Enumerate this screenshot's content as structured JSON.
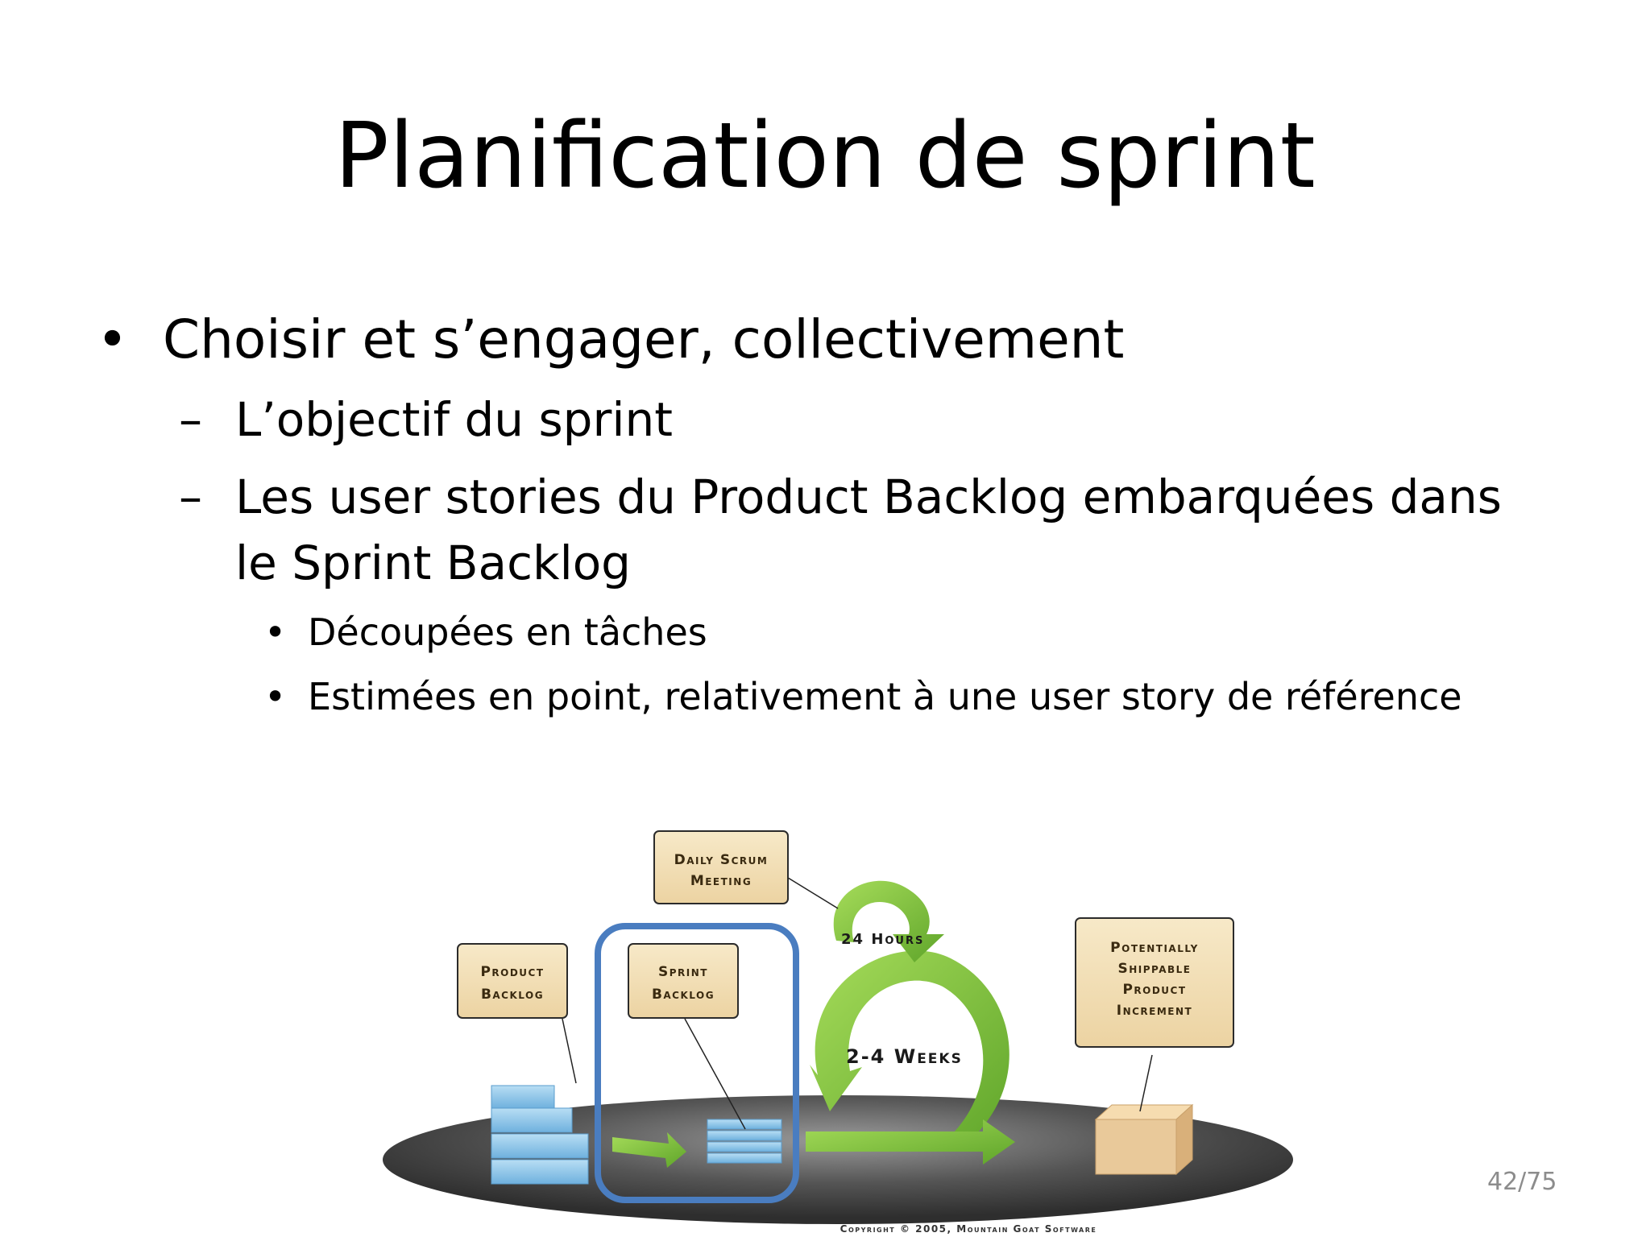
{
  "slide": {
    "title": "Planification de sprint",
    "page_number": "42/75"
  },
  "bullets": {
    "level1": [
      {
        "marker": "•",
        "text": "Choisir et s’engager, collectivement"
      }
    ],
    "level2": [
      {
        "marker": "–",
        "text": "L’objectif du sprint"
      },
      {
        "marker": "–",
        "text": "Les user stories du Product Backlog embarquées dans le Sprint Backlog"
      }
    ],
    "level3": [
      {
        "marker": "•",
        "text": "Découpées en tâches"
      },
      {
        "marker": "•",
        "text": "Estimées en point, relativement à une user story de référence"
      }
    ]
  },
  "diagram": {
    "daily_scrum_line1": "Daily Scrum",
    "daily_scrum_line2": "Meeting",
    "hours_label": "24 Hours",
    "weeks_label": "2-4 Weeks",
    "product_backlog_line1": "Product",
    "product_backlog_line2": "Backlog",
    "sprint_backlog_line1": "Sprint",
    "sprint_backlog_line2": "Backlog",
    "increment_line1": "Potentially",
    "increment_line2": "Shippable",
    "increment_line3": "Product",
    "increment_line4": "Increment",
    "copyright": "Copyright © 2005, Mountain Goat Software",
    "colors": {
      "label_box_fill": "#f3dfb6",
      "label_box_stroke": "#2b2b2b",
      "highlight_stroke": "#4a7dc0",
      "arrow_green": "#7cc33a",
      "backlog_blue": "#8fc6ea",
      "disc_dark": "#3d3d3d",
      "box_tan": "#e9c99a"
    }
  }
}
